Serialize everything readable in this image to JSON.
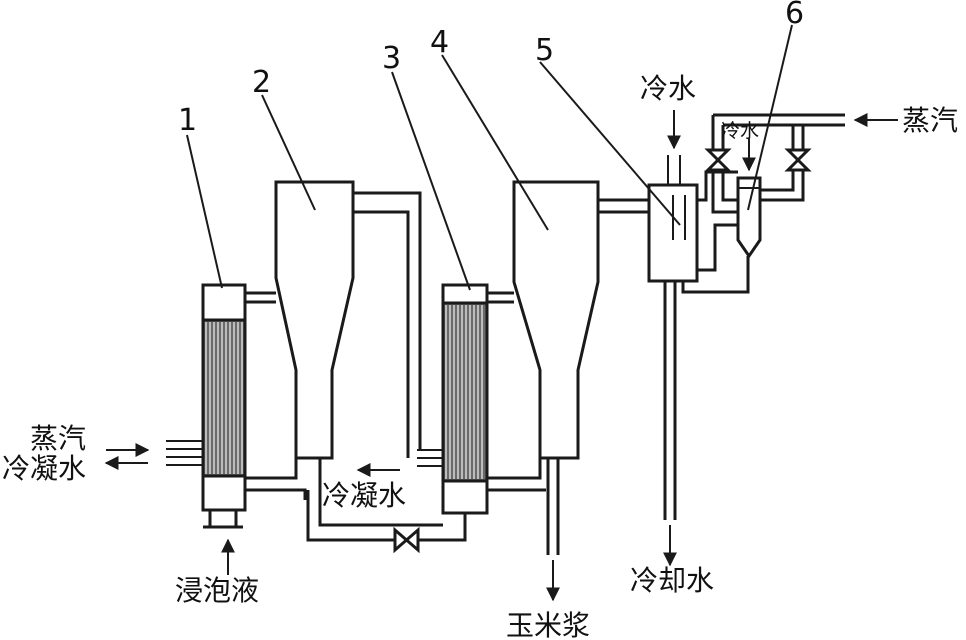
{
  "callouts": [
    "1",
    "2",
    "3",
    "4",
    "5",
    "6"
  ],
  "streams": {
    "steam_in_left": "蒸汽",
    "condensate_out_left": "冷凝水",
    "steep_liquor_in": "浸泡液",
    "condensate_mid": "冷凝水",
    "corn_slurry_out": "玉米浆",
    "cold_water_top": "冷水",
    "cold_water_ejector": "冷水",
    "steam_in_right": "蒸汽",
    "cooling_water_out": "冷却水"
  }
}
